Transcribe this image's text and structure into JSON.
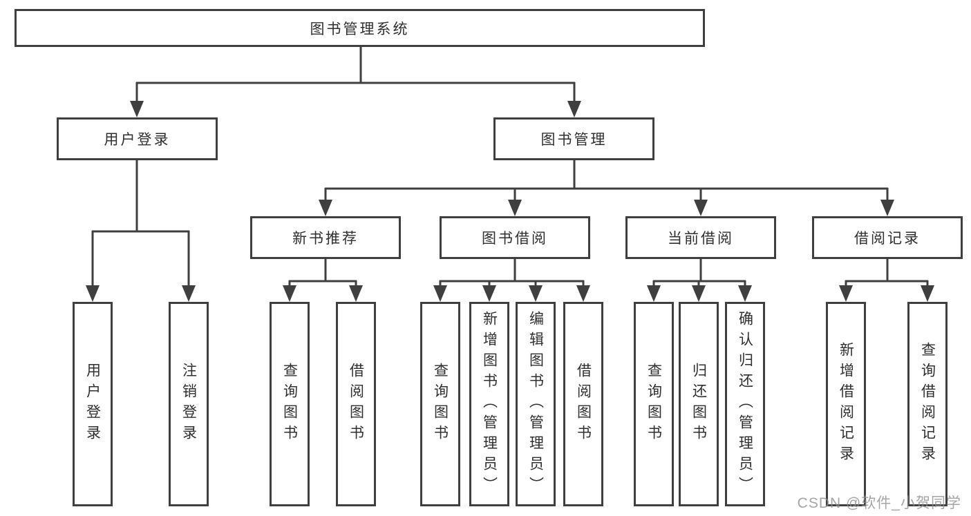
{
  "tree": {
    "root": {
      "label": "图书管理系统"
    },
    "branches": [
      {
        "label": "用户登录",
        "children": [
          {
            "label": "用户登录"
          },
          {
            "label": "注销登录"
          }
        ]
      },
      {
        "label": "图书管理",
        "sections": [
          {
            "label": "新书推荐",
            "children": [
              {
                "label": "查询图书"
              },
              {
                "label": "借阅图书"
              }
            ]
          },
          {
            "label": "图书借阅",
            "children": [
              {
                "label": "查询图书"
              },
              {
                "label": "新增图书（管理员）"
              },
              {
                "label": "编辑图书（管理员）"
              },
              {
                "label": "借阅图书"
              }
            ]
          },
          {
            "label": "当前借阅",
            "children": [
              {
                "label": "查询图书"
              },
              {
                "label": "归还图书"
              },
              {
                "label": "确认归还（管理员）"
              }
            ]
          },
          {
            "label": "借阅记录",
            "children": [
              {
                "label": "新增借阅记录"
              },
              {
                "label": "查询借阅记录"
              }
            ]
          }
        ]
      }
    ]
  },
  "watermark": "CSDN @软件_小贺同学",
  "colors": {
    "line": "#3f3f3f",
    "text": "#2f2f2f",
    "watermark": "#8f8f8f",
    "background": "#ffffff"
  }
}
